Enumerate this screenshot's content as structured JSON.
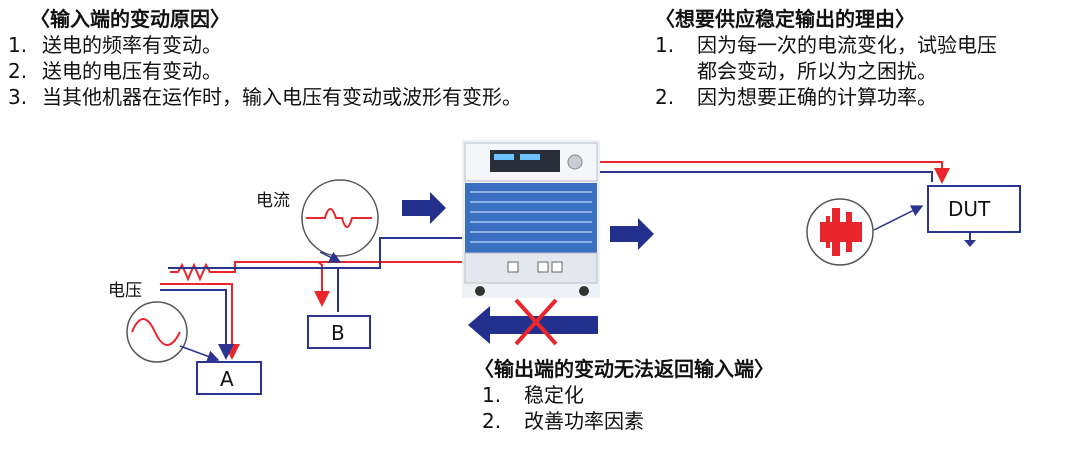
{
  "left": {
    "title": "〈输入端的变动原因〉",
    "items": [
      {
        "num": "1.",
        "text": "送电的频率有变动。"
      },
      {
        "num": "2.",
        "text": "送电的电压有变动。"
      },
      {
        "num": "3.",
        "text": "当其他机器在运作时，输入电压有变动或波形有变形。"
      }
    ]
  },
  "right": {
    "title": "〈想要供应稳定输出的理由〉",
    "items": [
      {
        "num": "1.",
        "line1": "因为每一次的电流变化，试验电压",
        "line2": "都会变动，所以为之困扰。"
      },
      {
        "num": "2.",
        "line1": "因为想要正确的计算功率。"
      }
    ]
  },
  "bottom": {
    "title": "〈输出端的变动无法返回输入端〉",
    "items": [
      {
        "num": "1.",
        "text": "稳定化"
      },
      {
        "num": "2.",
        "text": "改善功率因素"
      }
    ]
  },
  "diagram": {
    "current_label": "电流",
    "voltage_label": "电压",
    "box_a": "A",
    "box_b": "B",
    "dut": "DUT",
    "colors": {
      "red": "#e8262c",
      "blue": "#2b3590",
      "arrow": "#232f8c",
      "cross": "#e8262c"
    }
  }
}
